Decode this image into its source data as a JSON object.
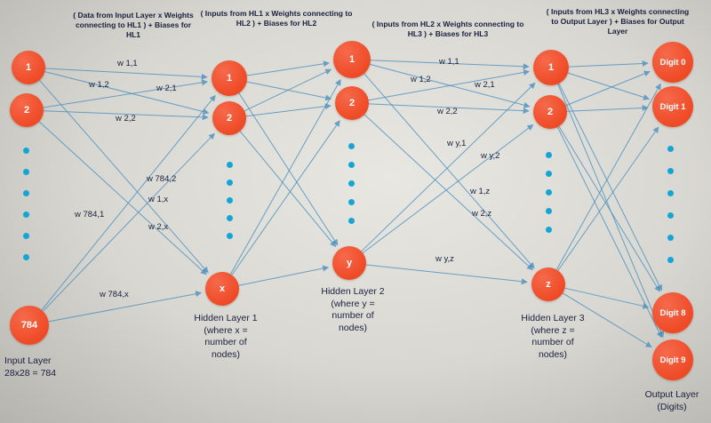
{
  "annotations": [
    "( Data from Input Layer x Weights\nconnecting to HL1 ) + Biases for\nHL1",
    "( Inputs from HL1 x Weights connecting to\nHL2 ) + Biases for HL2",
    "( Inputs from HL2 x Weights connecting to\nHL3 ) + Biases for HL3",
    "( Inputs from HL3 x Weights connecting\nto Output Layer ) + Biases for Output\nLayer"
  ],
  "layers": {
    "input": {
      "label": "Input Layer\n28x28 = 784",
      "nodes": [
        "1",
        "2",
        "784"
      ]
    },
    "hl1": {
      "label": "Hidden Layer 1\n(where x =\nnumber of\nnodes)",
      "nodes": [
        "1",
        "2",
        "x"
      ]
    },
    "hl2": {
      "label": "Hidden Layer 2\n(where y =\nnumber of\nnodes)",
      "nodes": [
        "1",
        "2",
        "y"
      ]
    },
    "hl3": {
      "label": "Hidden Layer 3\n(where z =\nnumber of\nnodes)",
      "nodes": [
        "1",
        "2",
        "z"
      ]
    },
    "output": {
      "label": "Output Layer\n(Digits)",
      "nodes": [
        "Digit 0",
        "Digit 1",
        "Digit 8",
        "Digit 9"
      ]
    }
  },
  "weights_input_hl1": [
    "w 1,1",
    "w 1,2",
    "w 2,1",
    "w 2,2",
    "w 784,2",
    "w 1,x",
    "w 784,1",
    "w 2,x",
    "w 784,x"
  ],
  "weights_hl2_hl3": [
    "w 1,1",
    "w 1,2",
    "w 2,1",
    "w 2,2",
    "w y,1",
    "w y,2",
    "w 1,z",
    "w 2,z",
    "w y,z"
  ],
  "colors": {
    "node": "#f1502f",
    "dot": "#14a5d6",
    "edge": "#4a8fbe",
    "text": "#19203f",
    "bg": "#d8d7d1"
  }
}
